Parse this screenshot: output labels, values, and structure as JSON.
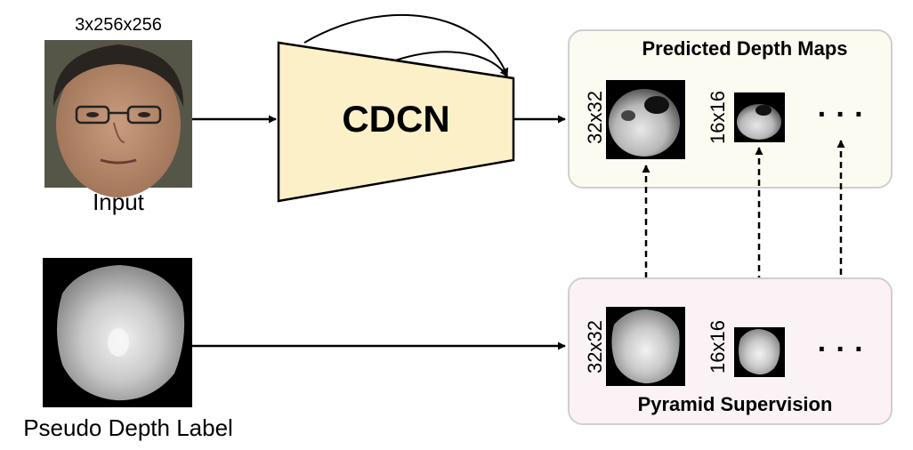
{
  "input": {
    "size_label": "3x256x256",
    "caption": "Input"
  },
  "network": {
    "label": "CDCN"
  },
  "pseudo_label": {
    "caption": "Pseudo Depth Label"
  },
  "predicted_panel": {
    "title": "Predicted Depth Maps",
    "map_large_label": "32x32",
    "map_small_label": "16x16",
    "more": "· · ·"
  },
  "supervision_panel": {
    "title": "Pyramid Supervision",
    "map_large_label": "32x32",
    "map_small_label": "16x16",
    "more": "· · ·"
  },
  "colors": {
    "network_fill": "#fbf0c8",
    "predicted_panel_fill": "#fcfbf1",
    "supervision_panel_fill": "#fbf2f6",
    "panel_border": "#cfcfcf",
    "skin": "#b98e70",
    "hair": "#2a2420"
  }
}
